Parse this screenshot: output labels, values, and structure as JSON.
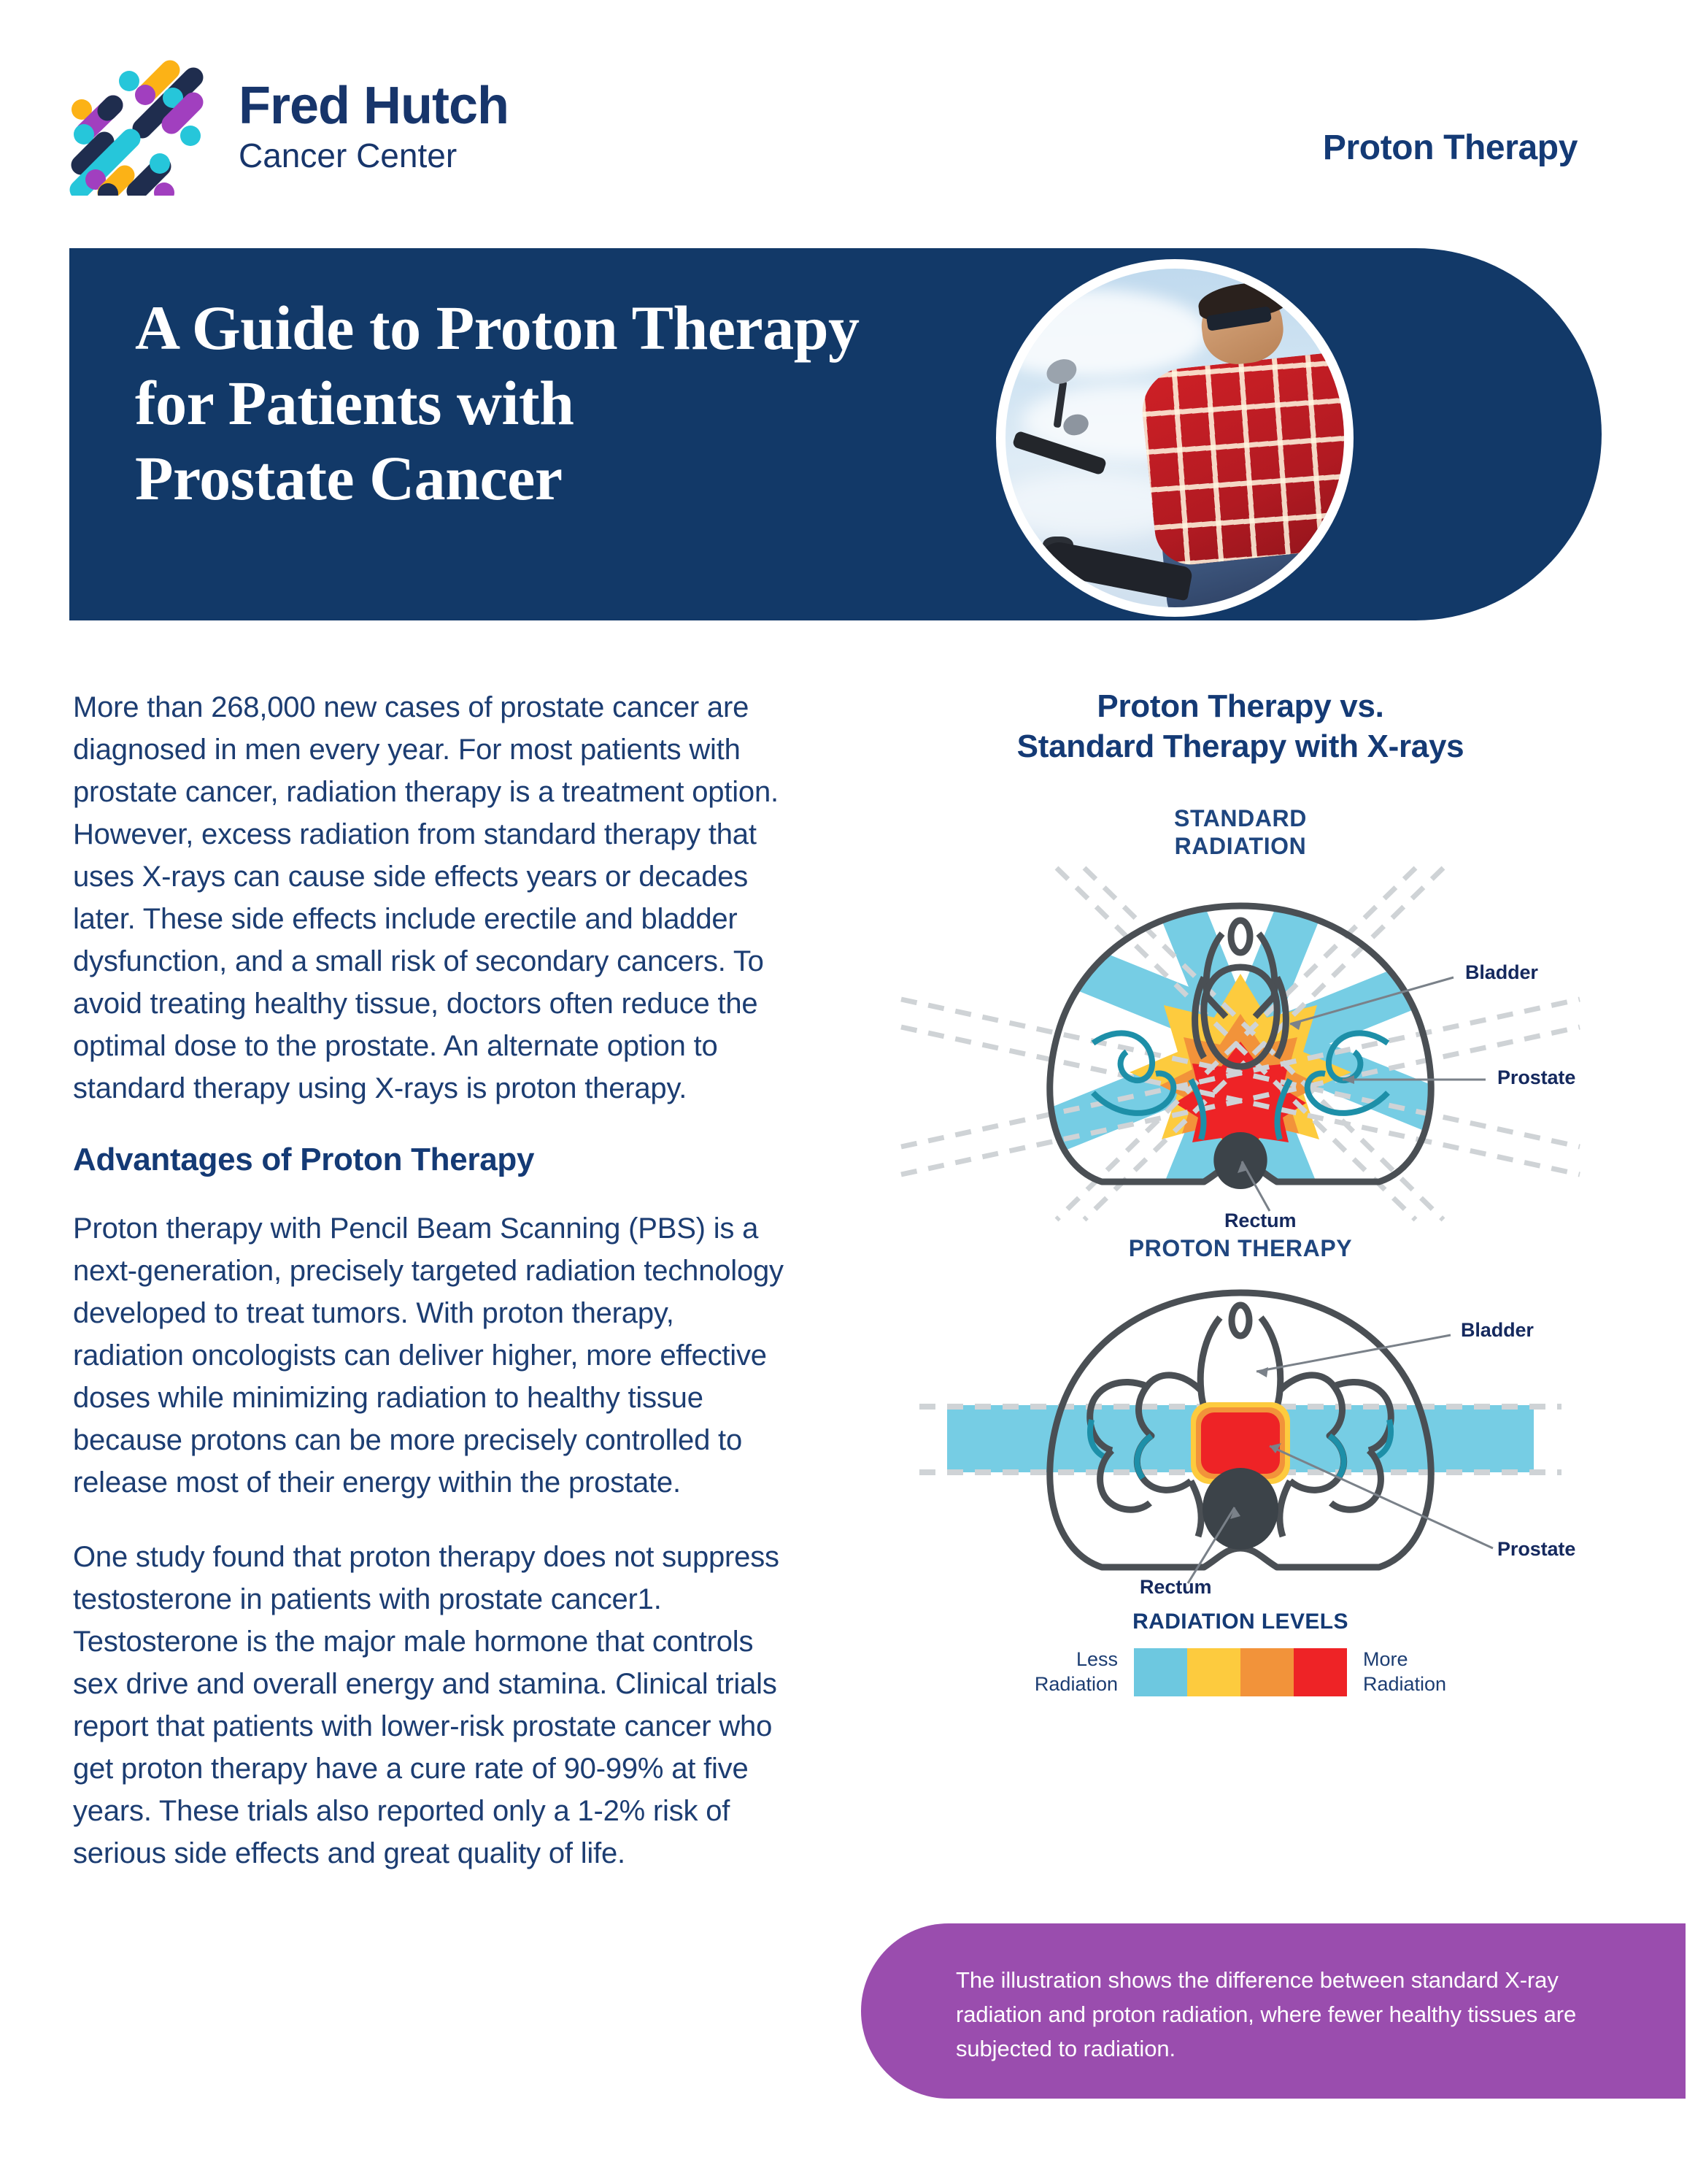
{
  "brand": {
    "logo_title": "Fred Hutch",
    "logo_subtitle": "Cancer Center",
    "navy": "#143A75",
    "banner_navy": "#123968",
    "purple": "#9A4DAE",
    "logo_colors": [
      "#1F2D4E",
      "#26C6DA",
      "#A13FBF",
      "#FCB216"
    ]
  },
  "topbar": {
    "section_label": "Proton Therapy"
  },
  "hero": {
    "title_line1": "A Guide to Proton Therapy",
    "title_line2": "for Patients with",
    "title_line3": "Prostate Cancer",
    "photo_alt": "man-on-motorcycle-photo"
  },
  "article": {
    "paragraph1": "More than 268,000 new cases of prostate cancer are diagnosed in men every year. For most patients with prostate cancer, radiation therapy is a treatment option. However, excess radiation from standard therapy that uses X-rays can cause side effects years or decades later. These side effects include erectile and bladder dysfunction, and a small risk of secondary cancers. To avoid treating healthy tissue, doctors often reduce the optimal dose to the prostate. An alternate option to standard therapy using X-rays is proton therapy.",
    "heading1": "Advantages of Proton Therapy",
    "paragraph2": "Proton therapy with Pencil Beam Scanning (PBS) is a next-generation, precisely targeted radiation technology developed to treat tumors. With proton therapy, radiation oncologists can deliver higher, more effective doses while minimizing radiation to healthy tissue because protons can be more precisely controlled to release most of their energy within the prostate.",
    "paragraph3": "One study found that proton therapy does not suppress testosterone in patients with prostate cancer1.  Testosterone is the major male hormone that controls sex drive and overall energy and stamina. Clinical trials report that patients with lower-risk prostate cancer who get proton therapy have a cure rate of 90-99% at five years. These trials also reported only a 1-2% risk of serious side effects and great quality of life."
  },
  "figure": {
    "title_line1": "Proton Therapy vs.",
    "title_line2": "Standard Therapy with X-rays",
    "panel_standard_line1": "STANDARD",
    "panel_standard_line2": "RADIATION",
    "panel_proton": "PROTON THERAPY",
    "labels": {
      "bladder": "Bladder",
      "prostate": "Prostate",
      "rectum": "Rectum"
    },
    "legend": {
      "title": "RADIATION LEVELS",
      "less_line1": "Less",
      "less_line2": "Radiation",
      "more_line1": "More",
      "more_line2": "Radiation",
      "colors": [
        "#6DC8E0",
        "#FDCB3E",
        "#F2933A",
        "#EE2326"
      ]
    }
  },
  "caption": {
    "text": "The illustration shows the difference between standard X-ray radiation and proton radiation, where fewer healthy tissues are subjected to radiation."
  }
}
